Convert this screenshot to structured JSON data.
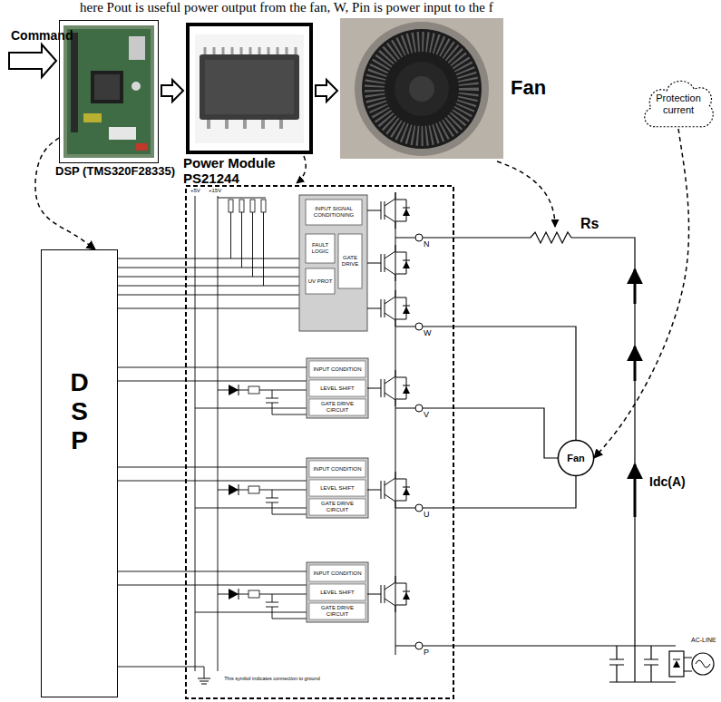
{
  "diagram": {
    "nodes": [
      {
        "text": [
          "DSP (TMS320F28335)"
        ]
      },
      {
        "text": [
          "Power Module PS21244"
        ]
      },
      {
        "text": [
          "Fan"
        ]
      },
      {
        "text": [
          "Protection current"
        ]
      },
      {
        "text": [
          "D S P"
        ]
      },
      {
        "text": [
          "Fan"
        ]
      }
    ],
    "edges": [
      {
        "from": 0,
        "to": 1,
        "arrow": "to"
      },
      {
        "from": 1,
        "to": 2,
        "arrow": "to"
      },
      {
        "from": 0,
        "to": 4,
        "arrow": "to"
      },
      {
        "from": 3,
        "to": 5,
        "arrow": "to"
      }
    ],
    "labels": [
      "here Pout is useful power output from the fan, W, Pin is power input to the f",
      "Command",
      "Rs",
      "Idc(A)",
      "AC-LINE",
      "INPUT SIGNAL CONDITIONING",
      "FAULT LOGIC",
      "UV PROT",
      "GATE DRIVE",
      "INPUT CONDITION",
      "LEVEL SHIFT",
      "GATE DRIVE CIRCUIT",
      "INPUT CONDITION",
      "LEVEL SHIFT",
      "GATE DRIVE CIRCUIT",
      "INPUT CONDITION",
      "LEVEL SHIFT",
      "GATE DRIVE CIRCUIT",
      "N",
      "W",
      "V",
      "U",
      "P",
      "+5V",
      "+15V",
      "This symbol indicates connection to ground"
    ]
  }
}
